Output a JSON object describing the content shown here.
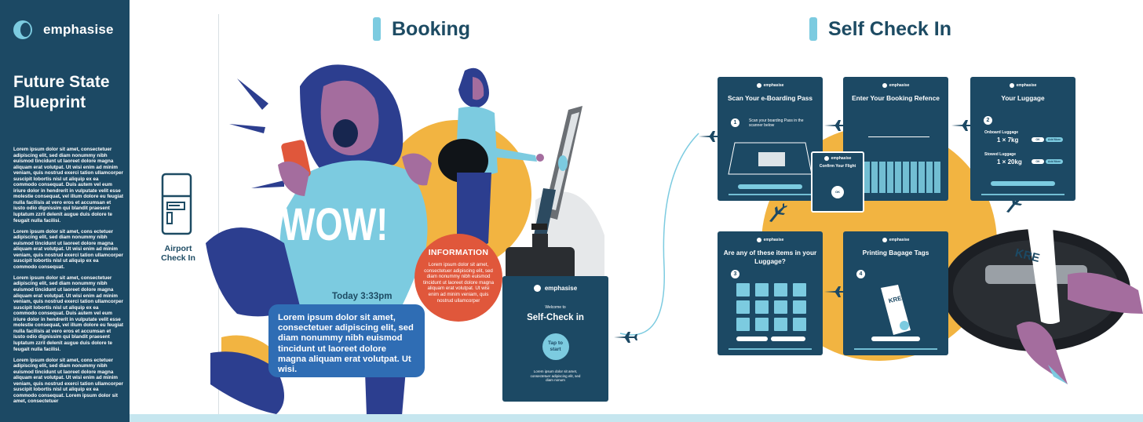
{
  "sidebar": {
    "brand": "emphasise",
    "title": "Future State Blueprint",
    "paragraphs": [
      "Lorem ipsum dolor sit amet, consectetuer adipiscing elit, sed diam nonummy nibh euismod tincidunt ut laoreet dolore magna aliquam erat volutpat. Ut wisi enim ad minim veniam, quis nostrud exerci tation ullamcorper suscipit lobortis nisl ut aliquip ex ea commodo consequat. Duis autem vel eum iriure dolor in hendrerit in vulputate velit esse molestie consequat, vel illum dolore eu feugiat nulla facilisis at vero eros et accumsan et iusto odio dignissim qui blandit praesent luptatum zzril delenit augue duis dolore te feugait nulla facilisi.",
      "Lorem ipsum dolor sit amet, cons ectetuer adipiscing elit, sed diam nonummy nibh euismod tincidunt ut laoreet dolore magna aliquam erat volutpat. Ut wisi enim ad minim veniam, quis nostrud exerci tation ullamcorper suscipit lobortis nisl ut aliquip ex ea commodo consequat.",
      "Lorem ipsum dolor sit amet, consectetuer adipiscing elit, sed diam nonummy nibh euismod tincidunt ut laoreet dolore magna aliquam erat volutpat. Ut wisi enim ad minim veniam, quis nostrud exerci tation ullamcorper suscipit lobortis nisl ut aliquip ex ea commodo consequat. Duis autem vel eum iriure dolor in hendrerit in vulputate velit esse molestie consequat, vel illum dolore eu feugiat nulla facilisis at vero eros et accumsan et iusto odio dignissim qui blandit praesent luptatum zzril delenit augue duis dolore te feugait nulla facilisi.",
      "Lorem ipsum dolor sit amet, cons ectetuer adipiscing elit, sed diam nonummy nibh euismod tincidunt ut laoreet dolore magna aliquam erat volutpat. Ut wisi enim ad minim veniam, quis nostrud exerci tation ullamcorper suscipit lobortis nisl ut aliquip ex ea commodo consequat. Lorem ipsum dolor sit amet, consectetuer"
    ]
  },
  "stage": {
    "label": "Airport Check In",
    "icon": "kiosk-icon"
  },
  "sections": {
    "booking": "Booking",
    "self_check_in": "Self Check In"
  },
  "booking": {
    "shirt_text": "WOW!",
    "time": "Today 3:33pm",
    "message": "Lorem ipsum dolor sit amet, consectetuer adipiscing elit, sed diam nonummy nibh euismod tincidunt ut laoreet dolore magna aliquam erat volutpat. Ut wisi.",
    "info_title": "INFORMATION",
    "info_text": "Lorem ipsum dolor sit amet, consectetuer adipiscing elit, sed diam nonummy nibh euismod tincidunt ut laoreet dolore magna aliquam erat volutpat. Ut wisi enim ad minim veniam, quis nostrud ullamcorper"
  },
  "kiosk_screen": {
    "brand": "emphasise",
    "welcome": "Welcome to",
    "title": "Self-Check in",
    "tap": "Tap to start",
    "footer": "Lorem ipsum dolor sit amet, consectetuer adipiscing elit, sed diam nonum"
  },
  "screens": {
    "scan": {
      "title": "Scan Your e-Boarding Pass",
      "step": "1",
      "instruction": "Scan your boarding Pass in the scanner below"
    },
    "reference": {
      "title": "Enter Your Booking Refence"
    },
    "luggage": {
      "title": "Your Luggage",
      "step": "2",
      "onboard_label": "Onboard Luggage",
      "onboard_value": "1 × 7kg",
      "stowed_label": "Stowed Luggage",
      "stowed_value": "1 × 20kg",
      "ok": "OK",
      "add": "Add More"
    },
    "confirm": {
      "title": "Confirm Your Flight",
      "ok": "OK"
    },
    "items": {
      "title": "Are any of these items in your Luggage?",
      "step": "3"
    },
    "tags": {
      "title": "Printing Bagage Tags",
      "step": "4",
      "tag_text": "KRE"
    }
  },
  "luggage_tag": "KRE",
  "colors": {
    "navy": "#1c4964",
    "light_blue": "#7ccbe0",
    "yellow": "#f2b441",
    "red": "#e0573b",
    "blue": "#2f6db4",
    "purple": "#a46d9e"
  }
}
